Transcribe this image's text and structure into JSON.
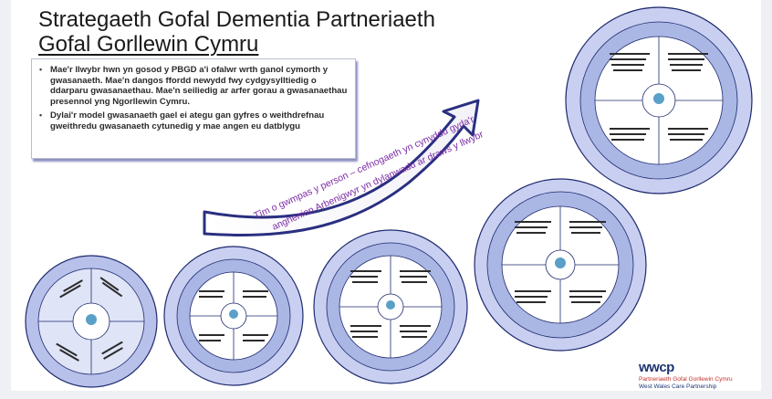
{
  "title": {
    "line1": "Strategaeth Gofal Dementia Partneriaeth",
    "line2": "Gofal Gorllewin Cymru"
  },
  "bullets": [
    "Mae'r llwybr hwn yn gosod y PBGD a'i ofalwr wrth ganol cymorth y gwasanaeth. Mae'n dangos ffordd newydd fwy cydgysylltiedig o ddarparu gwasanaethau. Mae'n seiliedig ar arfer gorau a gwasanaethau presennol yng Ngorllewin Cymru.",
    "Dylai'r model gwasanaeth gael ei ategu gan gyfres o weithdrefnau gweithredu gwasanaeth cytunedig y mae angen eu datblygu"
  ],
  "arrow_text": {
    "line1": "Tîm o gwmpas y person – cefnogaeth yn cynyddu gyda'r",
    "line2": "anghenion Arbenigwyr yn dylanwadu ar draws y llwybr"
  },
  "logo": {
    "mark": "wwcp",
    "welsh": "Partneriaeth Gofal Gorllewin Cymru",
    "english": "West Wales Care Partnership"
  },
  "colors": {
    "ring_outer": "#c9d0ee",
    "ring_mid": "#a9b4e2",
    "ring_stroke": "#1e2a6e",
    "inner_fill": "#ffffff",
    "arrow_fill": "#ffffff",
    "arrow_stroke": "#2a2f80",
    "arrow_text": "#7b2aa6",
    "logo_blue": "#1f3570",
    "logo_red": "#c0312a"
  }
}
